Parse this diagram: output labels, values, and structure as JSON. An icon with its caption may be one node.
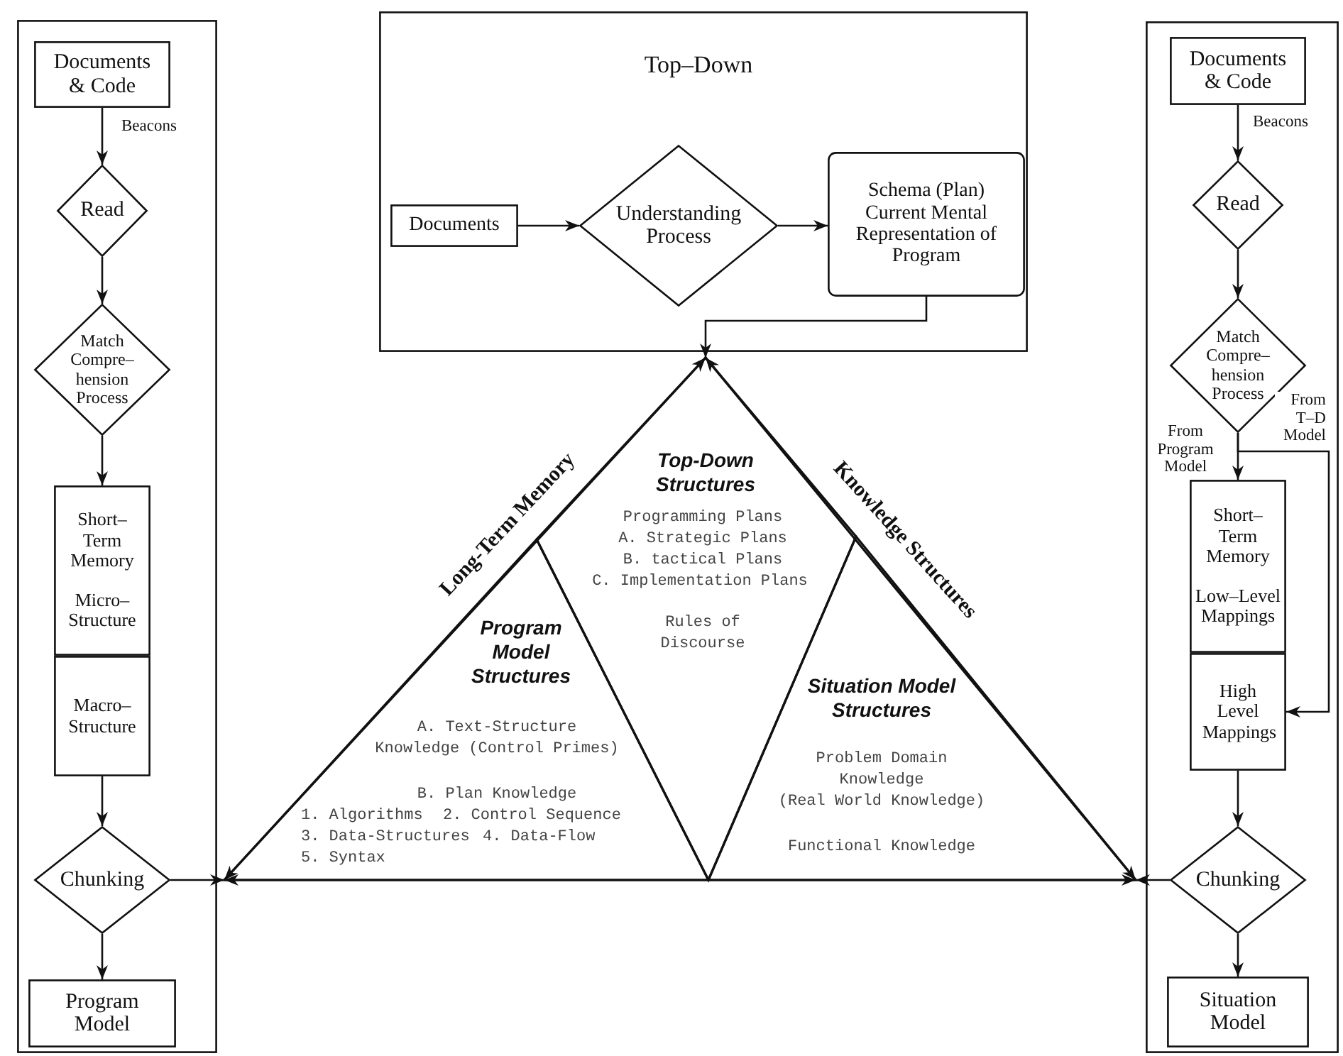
{
  "diagram": {
    "nodes": [
      {
        "text": [],
        "shape": "box"
      },
      {
        "text": [
          "Documents & Code"
        ],
        "in": 0
      },
      {
        "text": [
          "Read"
        ],
        "in": 0
      },
      {
        "text": [
          "Match Compre–hension Process"
        ],
        "in": 0
      },
      {
        "text": [
          "Short–Term Memory",
          "Micro–Structure"
        ],
        "in": 0
      },
      {
        "text": [
          "Macro–Structure"
        ],
        "in": 0
      },
      {
        "text": [
          "Chunking"
        ],
        "in": 0
      },
      {
        "text": [
          "Program Model"
        ],
        "in": 0
      },
      {
        "text": [
          "Top–Down"
        ]
      },
      {
        "text": [
          "Documents"
        ],
        "in": 8
      },
      {
        "text": [
          "Understanding Process"
        ],
        "in": 8
      },
      {
        "text": [
          "Schema (Plan) Current Mental Representation of Program"
        ],
        "in": 8
      },
      {
        "text": [
          "Long-Term Memory",
          "Knowledge Structures"
        ]
      },
      {
        "text": [
          "Top-Down Structures",
          "Programming Plans",
          "A. Strategic Plans",
          "B. tactical Plans",
          "C. Implementation Plans",
          "Rules of Discourse"
        ],
        "in": 12
      },
      {
        "text": [
          "Program Model Structures",
          "A. Text-Structure Knowledge (Control Primes)",
          "B. Plan Knowledge",
          "1. Algorithms",
          "2. Control Sequence",
          "3. Data-Structures",
          "4. Data-Flow",
          "5. Syntax"
        ],
        "in": 12
      },
      {
        "text": [
          "Situation Model Structures",
          "Problem Domain Knowledge",
          "(Real World Knowledge)",
          "Functional Knowledge"
        ],
        "in": 12
      },
      {
        "text": [],
        "shape": "box"
      },
      {
        "text": [
          "Documents & Code"
        ],
        "in": 16
      },
      {
        "text": [
          "Read"
        ],
        "in": 16
      },
      {
        "text": [
          "Match Compre–hension Process"
        ],
        "in": 16
      },
      {
        "text": [
          "Short–Term Memory",
          "Low–Level Mappings"
        ],
        "in": 16
      },
      {
        "text": [
          "High Level Mappings"
        ],
        "in": 16
      },
      {
        "text": [
          "Chunking"
        ],
        "in": 16
      },
      {
        "text": [
          "Situation Model"
        ],
        "in": 16
      }
    ],
    "edges": [
      {
        "from": 1,
        "to": 2,
        "arrow": "to",
        "label": "Beacons"
      },
      {
        "from": 2,
        "to": 3,
        "arrow": "to"
      },
      {
        "from": 3,
        "to": 4,
        "arrow": "to"
      },
      {
        "from": 5,
        "to": 6,
        "arrow": "to"
      },
      {
        "from": 6,
        "to": 7,
        "arrow": "to"
      },
      {
        "from": 6,
        "to": 12,
        "arrow": "to"
      },
      {
        "from": 9,
        "to": 10,
        "arrow": "to"
      },
      {
        "from": 10,
        "to": 11,
        "arrow": "to"
      },
      {
        "from": 11,
        "to": 12,
        "arrow": "to"
      },
      {
        "from": 17,
        "to": 18,
        "arrow": "to",
        "label": "Beacons"
      },
      {
        "from": 18,
        "to": 19,
        "arrow": "to"
      },
      {
        "from": 19,
        "to": 20,
        "arrow": "to",
        "label": "From Program Model"
      },
      {
        "from": 19,
        "to": 21,
        "arrow": "to",
        "label": "From T–D Model"
      },
      {
        "from": 21,
        "to": 22,
        "arrow": "to"
      },
      {
        "from": 22,
        "to": 23,
        "arrow": "to"
      },
      {
        "from": 22,
        "to": 12,
        "arrow": "to"
      }
    ]
  }
}
